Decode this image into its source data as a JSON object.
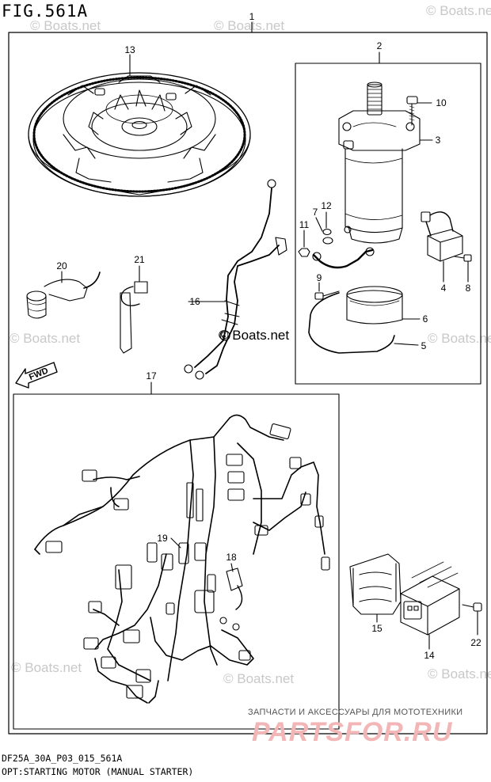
{
  "figure": {
    "title": "FIG.561A",
    "code": "DF25A_30A_P03_015_561A",
    "description": "OPT:STARTING MOTOR (MANUAL STARTER)"
  },
  "callouts": [
    "1",
    "2",
    "3",
    "4",
    "5",
    "6",
    "7",
    "8",
    "9",
    "10",
    "11",
    "12",
    "13",
    "14",
    "15",
    "16",
    "17",
    "18",
    "19",
    "20",
    "21",
    "22"
  ],
  "watermarks": {
    "small": "© Boats.net",
    "center": "© Boats.net"
  },
  "branding": {
    "tagline": "ЗАПЧАСТИ И АКСЕССУАРЫ ДЛЯ МОТОТЕХНИКИ",
    "logo": "PARTSFOR.RU"
  },
  "direction_label": "FWD",
  "colors": {
    "line": "#000000",
    "watermark": "#c8c8c8",
    "logo": "#f2b6b6"
  }
}
